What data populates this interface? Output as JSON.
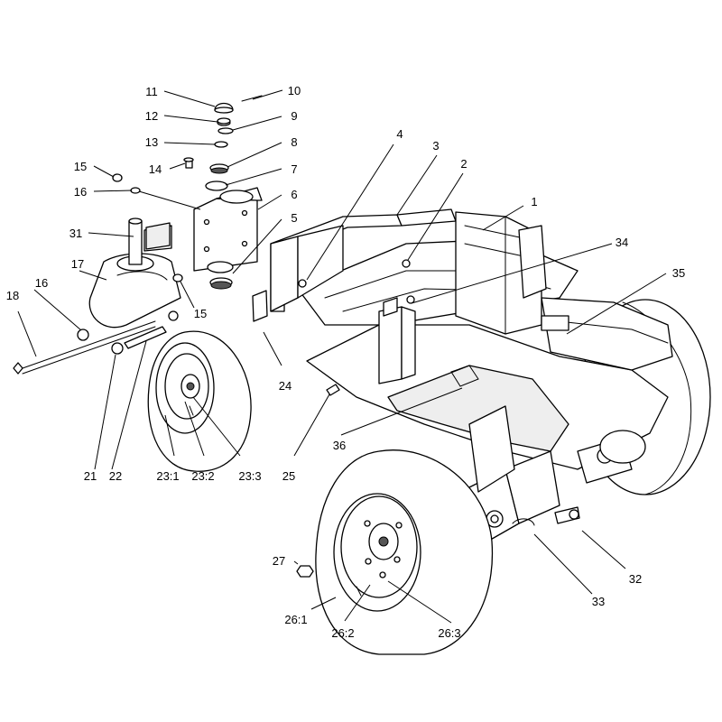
{
  "callouts": [
    {
      "id": "1",
      "label": "1"
    },
    {
      "id": "2",
      "label": "2"
    },
    {
      "id": "3",
      "label": "3"
    },
    {
      "id": "4",
      "label": "4"
    },
    {
      "id": "5",
      "label": "5"
    },
    {
      "id": "6",
      "label": "6"
    },
    {
      "id": "7",
      "label": "7"
    },
    {
      "id": "8",
      "label": "8"
    },
    {
      "id": "9",
      "label": "9"
    },
    {
      "id": "10",
      "label": "10"
    },
    {
      "id": "11",
      "label": "11"
    },
    {
      "id": "12",
      "label": "12"
    },
    {
      "id": "13",
      "label": "13"
    },
    {
      "id": "14",
      "label": "14"
    },
    {
      "id": "15a",
      "label": "15"
    },
    {
      "id": "15b",
      "label": "15"
    },
    {
      "id": "16a",
      "label": "16"
    },
    {
      "id": "16b",
      "label": "16"
    },
    {
      "id": "17",
      "label": "17"
    },
    {
      "id": "18",
      "label": "18"
    },
    {
      "id": "21",
      "label": "21"
    },
    {
      "id": "22",
      "label": "22"
    },
    {
      "id": "23-1",
      "label": "23:1"
    },
    {
      "id": "23-2",
      "label": "23:2"
    },
    {
      "id": "23-3",
      "label": "23:3"
    },
    {
      "id": "24",
      "label": "24"
    },
    {
      "id": "25",
      "label": "25"
    },
    {
      "id": "26-1",
      "label": "26:1"
    },
    {
      "id": "26-2",
      "label": "26:2"
    },
    {
      "id": "26-3",
      "label": "26:3"
    },
    {
      "id": "27",
      "label": "27"
    },
    {
      "id": "31",
      "label": "31"
    },
    {
      "id": "32",
      "label": "32"
    },
    {
      "id": "33",
      "label": "33"
    },
    {
      "id": "34",
      "label": "34"
    },
    {
      "id": "35",
      "label": "35"
    },
    {
      "id": "36",
      "label": "36"
    }
  ]
}
